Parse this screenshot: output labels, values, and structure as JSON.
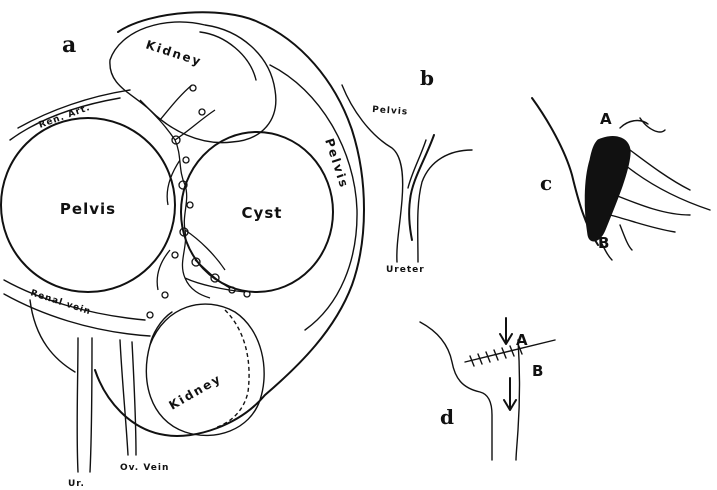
{
  "panels": {
    "a": "a",
    "b": "b",
    "c": "c",
    "d": "d"
  },
  "panel_a": {
    "pelvis_left": "Pelvis",
    "cyst": "Cyst",
    "pelvis_right": "Pelvis",
    "kidney_top": "Kidney",
    "kidney_bottom": "Kidney",
    "renal_vein": "Renal vein",
    "renal_art": "Ren. Art.",
    "ureter": "Ur.",
    "ovarian_vein": "Ov. Vein"
  },
  "panel_b": {
    "pelvis": "Pelvis",
    "ureter": "Ureter"
  },
  "panel_c": {
    "a": "A",
    "b": "B"
  },
  "panel_d": {
    "a": "A",
    "b": "B"
  }
}
